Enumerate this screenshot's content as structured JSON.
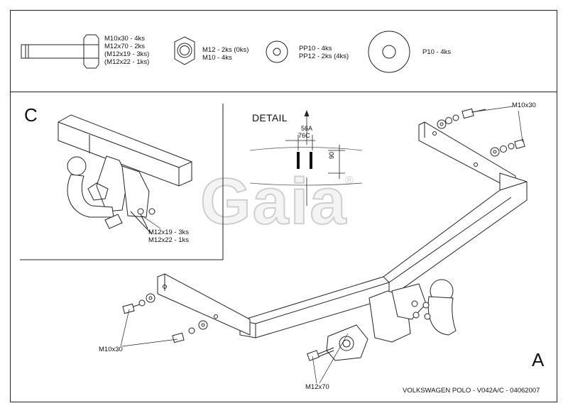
{
  "parts": {
    "bolt": {
      "icon": "hex-bolt-icon",
      "lines": [
        "M10x30 - 4ks",
        "M12x70 - 2ks",
        "(M12x19 - 3ks)",
        "(M12x22 - 1ks)"
      ]
    },
    "nut": {
      "icon": "hex-nut-icon",
      "lines": [
        "M12 - 2ks (0ks)",
        "M10 - 4ks"
      ]
    },
    "washer_small": {
      "icon": "washer-icon",
      "lines": [
        "PP10 - 4ks",
        "PP12 - 2ks (4ks)"
      ]
    },
    "washer_large": {
      "icon": "large-washer-icon",
      "lines": [
        "P10 - 4ks"
      ]
    }
  },
  "inset": {
    "letter": "C",
    "bolts_lines": [
      "M12x19 - 3ks",
      "M12x22 - 1ks"
    ]
  },
  "detail": {
    "title": "DETAIL",
    "label_a": "56A",
    "label_c": "76C",
    "dimension": "90"
  },
  "main": {
    "letter": "A",
    "callout_top": "M10x30",
    "callout_left": "M10x30",
    "callout_bottom": "M12x70"
  },
  "logo": {
    "text": "Gaia",
    "mark": "®"
  },
  "footer": "VOLKSWAGEN POLO - V042A/C - 04062007"
}
